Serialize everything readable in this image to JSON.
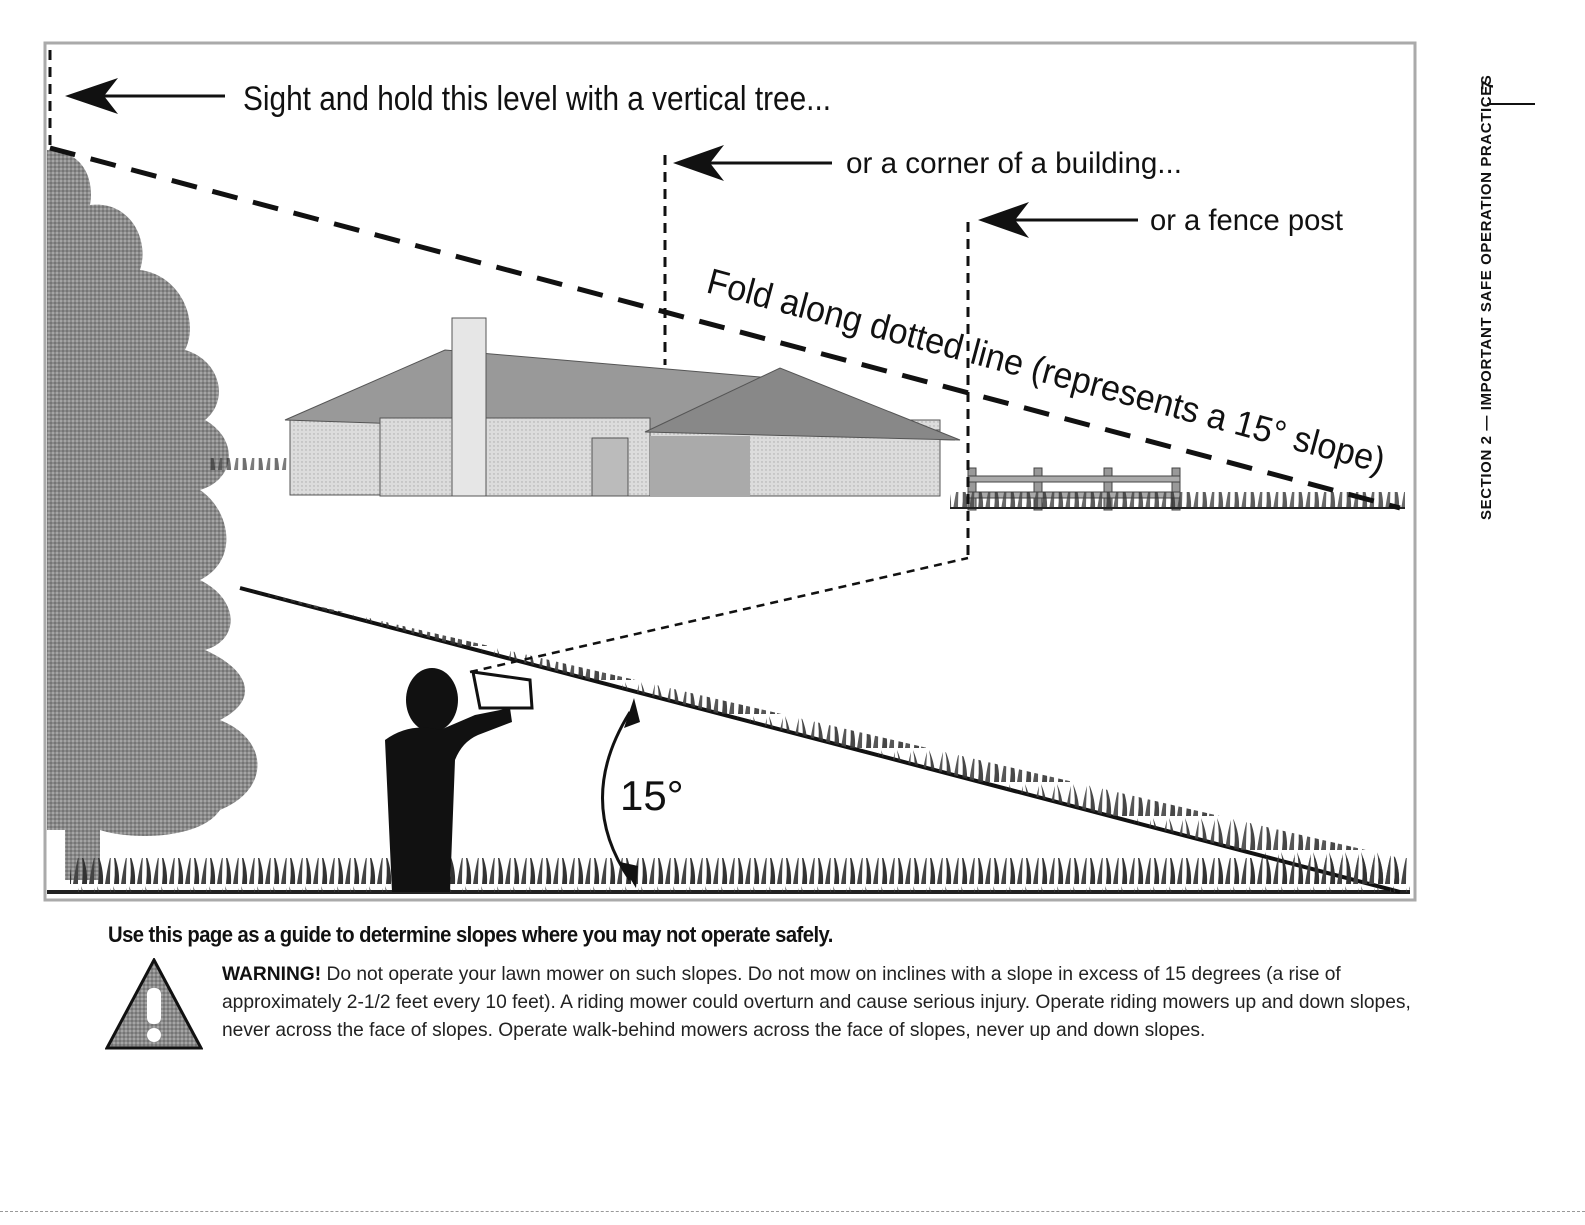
{
  "figure": {
    "sight_label": "Sight and hold this level with a vertical tree...",
    "building_label": "or a corner of a building...",
    "fence_label": "or a fence post",
    "fold_label": "Fold along dotted line (represents a 15° slope)",
    "angle_label": "15°"
  },
  "caption": "Use this page as a guide to determine slopes where you may not operate safely.",
  "warning": {
    "heading": "WARNING!",
    "body": " Do not operate your lawn mower on such slopes. Do not mow on inclines with a slope in excess of 15 degrees (a rise of approximately 2-1/2 feet every 10 feet).  A riding mower could overturn and cause serious injury. Operate riding mowers up and down slopes, never across the face of slopes. Operate walk-behind mowers across the face of slopes, never up and down slopes."
  },
  "side": {
    "page_number": "7",
    "section_label": "SECTION 2 — IMPORTANT SAFE OPERATION PRACTICES"
  }
}
